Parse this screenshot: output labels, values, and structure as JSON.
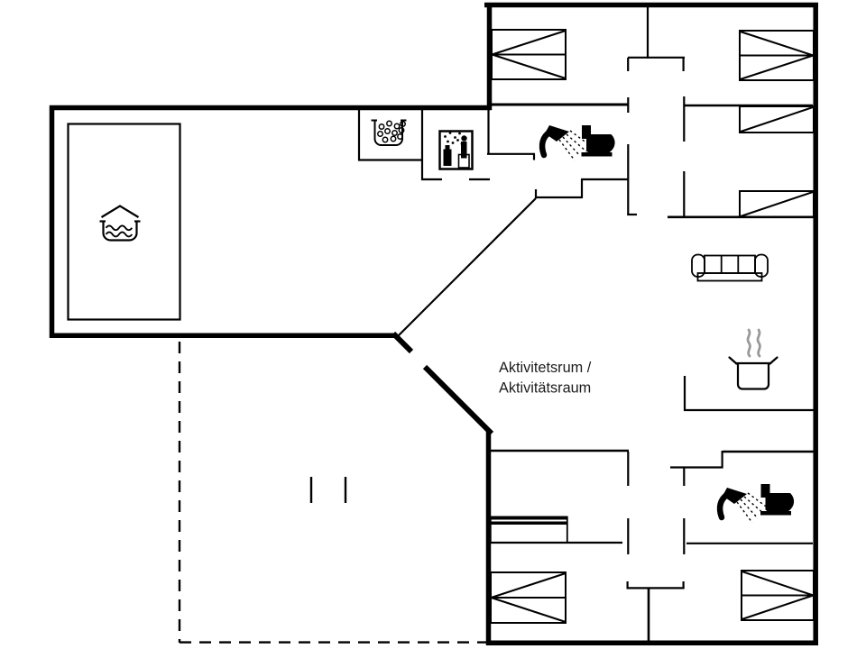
{
  "colors": {
    "background": "#ffffff",
    "line": "#000000",
    "text": "#1c1c1c",
    "steam": "#999999"
  },
  "labels": {
    "activity_room_line1": "Aktivitetsrum /",
    "activity_room_line2": "Aktivitätsraum"
  },
  "icons": [
    {
      "name": "whirlpool-icon",
      "area": "west-wing-pool"
    },
    {
      "name": "sink-bubbles-icon",
      "area": "west-wing-kitchen"
    },
    {
      "name": "sauna-icon",
      "area": "sauna-room"
    },
    {
      "name": "shower-icon",
      "area": "north-bathroom"
    },
    {
      "name": "toilet-icon",
      "area": "north-bathroom"
    },
    {
      "name": "double-bed-icon",
      "area": "north-wing-bedroom-left"
    },
    {
      "name": "double-bed-icon",
      "area": "north-wing-bedroom-right"
    },
    {
      "name": "single-bed-icon",
      "area": "north-wing-middle-bedroom"
    },
    {
      "name": "single-bed-icon",
      "area": "north-wing-middle-bedroom"
    },
    {
      "name": "sofa-icon",
      "area": "activity-room"
    },
    {
      "name": "steaming-pot-icon",
      "area": "activity-room"
    },
    {
      "name": "bunk-bed-icon",
      "area": "south-wing-middle-room"
    },
    {
      "name": "shower-icon",
      "area": "south-bathroom"
    },
    {
      "name": "toilet-icon",
      "area": "south-bathroom"
    },
    {
      "name": "double-bed-icon",
      "area": "south-wing-bedroom-left"
    },
    {
      "name": "double-bed-icon",
      "area": "south-wing-bedroom-right"
    },
    {
      "name": "terrace-dashed-outline",
      "area": "south-west-terrace"
    },
    {
      "name": "terrace-opening-marks",
      "area": "south-west-terrace"
    }
  ]
}
